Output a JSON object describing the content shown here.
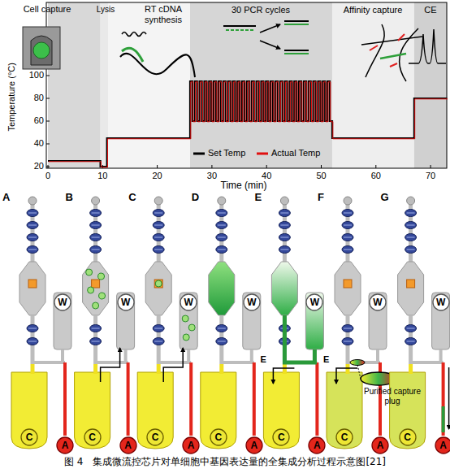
{
  "diagram": {
    "caption": "图 4　集成微流控芯片对单细胞中基因表达量的全集成分析过程示意图[21]",
    "nodes": [
      {
        "text": [
          "W"
        ]
      },
      {
        "text": [
          "C"
        ]
      },
      {
        "text": [
          "A"
        ]
      },
      {
        "text": [
          "W"
        ]
      },
      {
        "text": [
          "C"
        ]
      },
      {
        "text": [
          "A"
        ]
      },
      {
        "text": [
          "W"
        ]
      },
      {
        "text": [
          "C"
        ]
      },
      {
        "text": [
          "A"
        ]
      },
      {
        "text": [
          "W"
        ]
      },
      {
        "text": [
          "C"
        ]
      },
      {
        "text": [
          "A"
        ]
      },
      {
        "text": [
          "W"
        ]
      },
      {
        "text": [
          "C"
        ]
      },
      {
        "text": [
          "A"
        ]
      },
      {
        "text": [
          "W"
        ]
      },
      {
        "text": [
          "C"
        ]
      },
      {
        "text": [
          "A"
        ]
      },
      {
        "text": [
          "W"
        ]
      },
      {
        "text": [
          "C"
        ]
      },
      {
        "text": [
          "A"
        ]
      }
    ],
    "labels": [
      "Cell capture",
      "Lysis",
      "RT cDNA synthesis",
      "30 PCR cycles",
      "Affinity capture",
      "CE",
      "Temperature (°C)",
      "100",
      "80",
      "60",
      "40",
      "20",
      "0",
      "10",
      "20",
      "30",
      "40",
      "50",
      "60",
      "70",
      "Time (min)",
      "A",
      "B",
      "C",
      "D",
      "E",
      "F",
      "G",
      "E",
      "E",
      "Purified capture plug"
    ],
    "legend": [
      {
        "text": "Set Temp"
      },
      {
        "text": "Actual Temp"
      }
    ]
  }
}
